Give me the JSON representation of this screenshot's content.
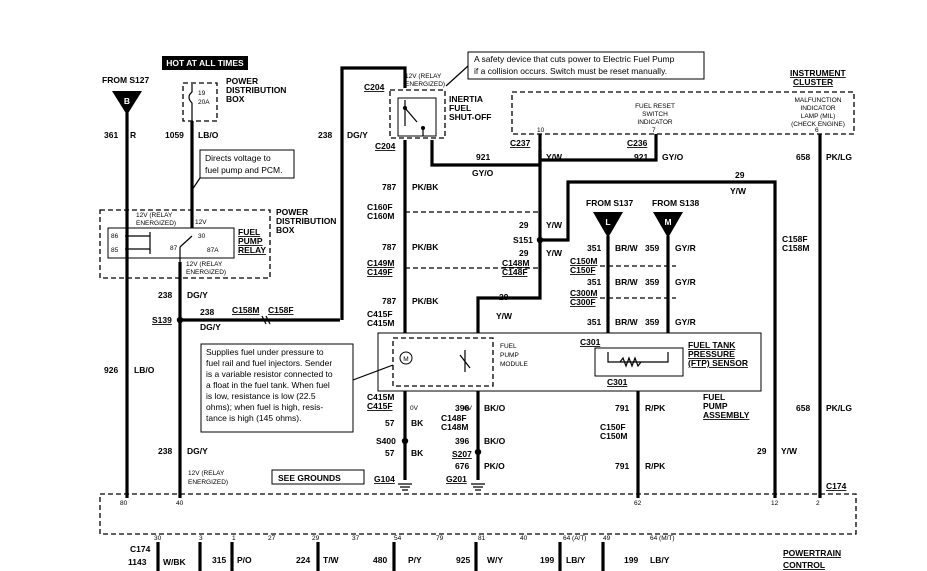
{
  "header": {
    "hot_at_all_times": "HOT AT ALL TIMES"
  },
  "sources": {
    "from_s127": "FROM S127",
    "from_s137": "FROM S137",
    "from_s138": "FROM S138",
    "b": "B",
    "l": "L",
    "m": "M"
  },
  "components": {
    "power_distribution_box_top": [
      "POWER",
      "DISTRIBUTION",
      "BOX"
    ],
    "power_distribution_box_mid": [
      "POWER",
      "DISTRIBUTION",
      "BOX"
    ],
    "fuse_19": "19",
    "fuse_20a": "20A",
    "fuel_pump_relay": [
      "FUEL",
      "PUMP",
      "RELAY"
    ],
    "relay_energized_top": [
      "12V (RELAY",
      "ENERGIZED)"
    ],
    "relay_12v": "12V",
    "relay_pins": [
      "86",
      "85",
      "87",
      "30",
      "87A"
    ],
    "relay_energized_bottom": [
      "12V (RELAY",
      "ENERGIZED)"
    ],
    "inertia_energized": [
      "12V (RELAY",
      "ENERGIZED)"
    ],
    "inertia_switch": [
      "INERTIA",
      "FUEL",
      "SHUT-OFF"
    ],
    "instrument_cluster": [
      "INSTRUMENT",
      "CLUSTER"
    ],
    "fuel_reset_indicator": [
      "FUEL RESET",
      "SWITCH",
      "INDICATOR"
    ],
    "mil_lamp": [
      "MALFUNCTION",
      "INDICATOR",
      "LAMP (MIL)",
      "(CHECK ENGINE)"
    ],
    "fuel_pump_module": [
      "FUEL",
      "PUMP",
      "MODULE"
    ],
    "ftp_sensor": [
      "FUEL TANK",
      "PRESSURE",
      "(FTP) SENSOR"
    ],
    "fuel_pump_assembly": [
      "FUEL",
      "PUMP",
      "ASSEMBLY"
    ],
    "see_grounds": "SEE GROUNDS",
    "pcm_energized": [
      "12V (RELAY",
      "ENERGIZED)"
    ],
    "powertrain_control": [
      "POWERTRAIN",
      "CONTROL"
    ],
    "motor_symbol": "M",
    "zero_v_a": "0V",
    "zero_v_b": "0V"
  },
  "callouts": {
    "inertia_note": [
      "A safety device that cuts power to Electric Fuel Pump",
      "if a collision occurs. Switch must be reset manually."
    ],
    "relay_note": [
      "Directs voltage to",
      "fuel pump and PCM."
    ],
    "sender_note": [
      "Supplies fuel under pressure to",
      "fuel rail and fuel injectors. Sender",
      "is a variable resistor connected to",
      "a float in the fuel tank. When fuel",
      "is low, resistance is low (22.5",
      "ohms); when fuel is high, resis-",
      "tance is high (145 ohms)."
    ]
  },
  "connectors": {
    "c204_a": "C204",
    "c204_b": "C204",
    "c237": "C237",
    "c236": "C236",
    "c160f": "C160F",
    "c160m": "C160M",
    "s151": "S151",
    "c149m": "C149M",
    "c149f": "C149F",
    "c148m": "C148M",
    "c148f": "C148F",
    "c158m": "C158M",
    "c158f": "C158F",
    "s139": "S139",
    "c150m": "C150M",
    "c150f": "C150F",
    "c300m": "C300M",
    "c300f": "C300F",
    "c301_a": "C301",
    "c301_b": "C301",
    "c415f_a": "C415F",
    "c415m_a": "C415M",
    "c415m_b": "C415M",
    "c415f_b": "C415F",
    "c148f_b": "C148F",
    "c148m_b": "C148M",
    "c158f_r": "C158F",
    "c158m_r": "C158M",
    "c150f_b": "C150F",
    "c150m_b": "C150M",
    "s400": "S400",
    "s207": "S207",
    "g104": "G104",
    "g201": "G201",
    "c174_a": "C174",
    "c174_b": "C174"
  },
  "wires": {
    "w361": "361",
    "r": "R",
    "w1059": "1059",
    "lbo": "LB/O",
    "w238_top": "238",
    "dgy_top": "DG/Y",
    "w921_a": "921",
    "gyo_a": "GY/O",
    "w921_b": "921",
    "gyo_b": "GY/O",
    "w658_top": "658",
    "pklg_top": "PK/LG",
    "yw_c237": "Y/W",
    "w29_top": "29",
    "yw_top": "Y/W",
    "w787_a": "787",
    "pkbk_a": "PK/BK",
    "w29_a": "29",
    "yw_a": "Y/W",
    "w787_b": "787",
    "pkbk_b": "PK/BK",
    "w29_b": "29",
    "yw_b": "Y/W",
    "w238_m": "238",
    "dgy_m": "DG/Y",
    "w238_s": "238",
    "dgy_s": "DG/Y",
    "w787_c": "787",
    "pkbk_c": "PK/BK",
    "w29_c": "29",
    "yw_c": "Y/W",
    "w351_a": "351",
    "brw_a": "BR/W",
    "w359_a": "359",
    "gyr_a": "GY/R",
    "w351_b": "351",
    "brw_b": "BR/W",
    "w359_b": "359",
    "gyr_b": "GY/R",
    "w351_c": "351",
    "brw_c": "BR/W",
    "w359_c": "359",
    "gyr_c": "GY/R",
    "w926": "926",
    "lbo_926": "LB/O",
    "w57_a": "57",
    "bk_a": "BK",
    "w57_b": "57",
    "bk_b": "BK",
    "w396_a": "396",
    "bko_a": "BK/O",
    "w396_b": "396",
    "bko_b": "BK/O",
    "w676": "676",
    "pko": "PK/O",
    "w791_a": "791",
    "rpk_a": "R/PK",
    "w791_b": "791",
    "rpk_b": "R/PK",
    "w658_b": "658",
    "pklg_b": "PK/LG",
    "w29_d": "29",
    "yw_d": "Y/W",
    "w238_l": "238",
    "dgy_l": "DG/Y"
  },
  "pins": {
    "p10": "10",
    "p7": "7",
    "p6": "6",
    "p80": "80",
    "p40": "40",
    "p62": "62",
    "p12": "12",
    "p2": "2"
  },
  "pcm_pins": [
    "30",
    "3",
    "1",
    "27",
    "29",
    "37",
    "54",
    "79",
    "81",
    "40",
    "64 (A/T)",
    "49",
    "64 (M/T)"
  ],
  "pcm_wires": [
    "1143",
    "W/BK",
    "315",
    "P/O",
    "224",
    "T/W",
    "480",
    "P/Y",
    "925",
    "W/Y",
    "199",
    "LB/Y",
    "199",
    "LB/Y"
  ]
}
